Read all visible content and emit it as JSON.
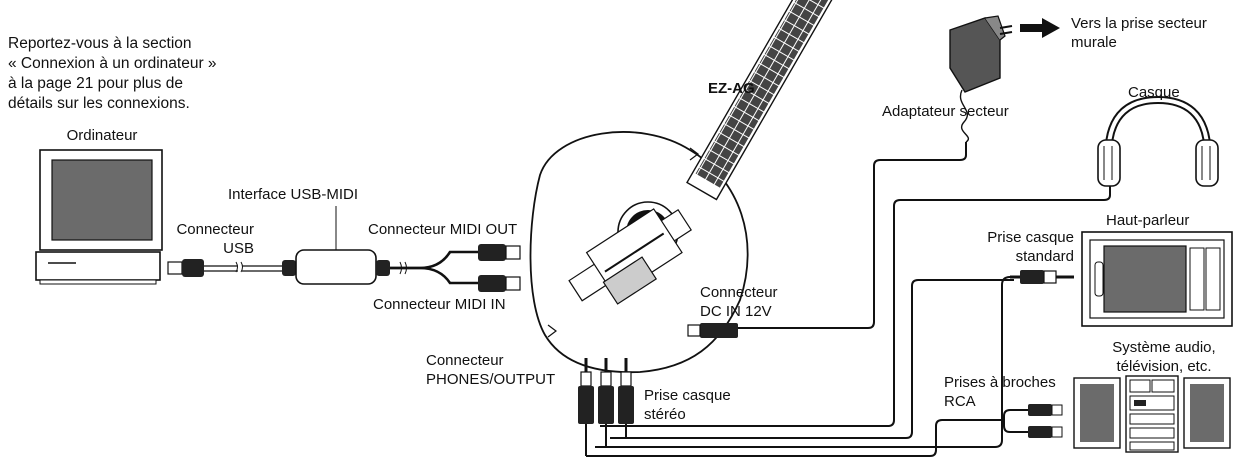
{
  "note": {
    "lines": [
      "Reportez-vous à la section",
      "« Connexion à un ordinateur »",
      "à la page 21 pour plus de",
      "détails sur les connexions."
    ]
  },
  "labels": {
    "ordinateur": "Ordinateur",
    "interface_usb_midi": "Interface USB-MIDI",
    "connecteur_usb_1": "Connecteur",
    "connecteur_usb_2": "USB",
    "midi_out": "Connecteur MIDI OUT",
    "midi_in": "Connecteur MIDI IN",
    "ez_ag": "EZ-AG",
    "adaptateur": "Adaptateur secteur",
    "prise_murale_1": "Vers la prise secteur",
    "prise_murale_2": "murale",
    "casque": "Casque",
    "haut_parleur": "Haut-parleur",
    "prise_casque_std_1": "Prise casque",
    "prise_casque_std_2": "standard",
    "dc_in_1": "Connecteur",
    "dc_in_2": "DC IN 12V",
    "phones_out_1": "Connecteur",
    "phones_out_2": "PHONES/OUTPUT",
    "prise_stereo_1": "Prise casque",
    "prise_stereo_2": "stéréo",
    "systeme_audio_1": "Système audio,",
    "systeme_audio_2": "télévision, etc.",
    "prises_rca_1": "Prises à broches",
    "prises_rca_2": "RCA"
  }
}
